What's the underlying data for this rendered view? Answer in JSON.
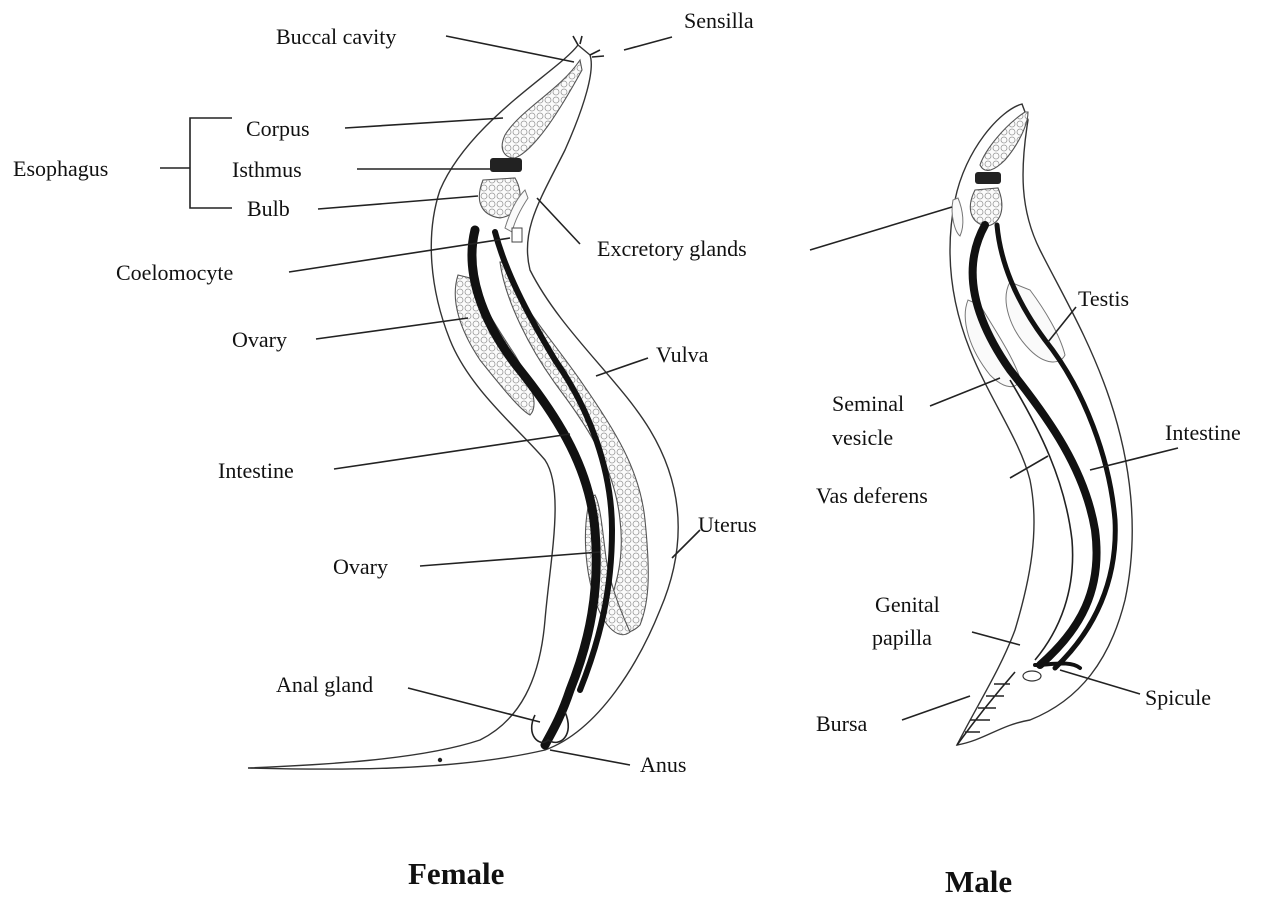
{
  "female": {
    "caption": "Female",
    "labels": {
      "buccal_cavity": "Buccal cavity",
      "sensilla": "Sensilla",
      "corpus": "Corpus",
      "esophagus": "Esophagus",
      "isthmus": "Isthmus",
      "bulb": "Bulb",
      "excretory_glands": "Excretory glands",
      "coelomocyte": "Coelomocyte",
      "ovary_upper": "Ovary",
      "vulva": "Vulva",
      "intestine": "Intestine",
      "uterus": "Uterus",
      "ovary_lower": "Ovary",
      "anal_gland": "Anal gland",
      "anus": "Anus"
    }
  },
  "male": {
    "caption": "Male",
    "labels": {
      "testis": "Testis",
      "seminal_vesicle_line1": "Seminal",
      "seminal_vesicle_line2": "vesicle",
      "intestine": "Intestine",
      "vas_deferens": "Vas deferens",
      "genital_papilla_line1": "Genital",
      "genital_papilla_line2": "papilla",
      "spicule": "Spicule",
      "bursa": "Bursa"
    }
  }
}
